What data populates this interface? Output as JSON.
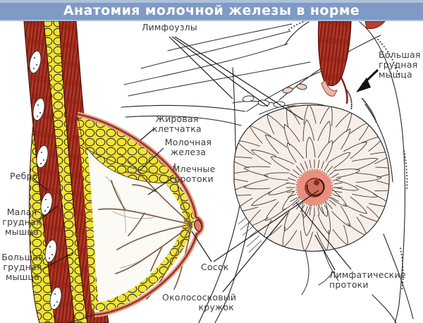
{
  "title": "Анатомия молочной железы в норме",
  "colors": {
    "background": "#FFFFFF",
    "header_bar": "#7E9AC5",
    "header_edge": "#ADC1DB",
    "muscle_red": "#A42C1D",
    "muscle_dark": "#7C1A0F",
    "muscle_light": "#C4523F",
    "fat_yellow": "#F2E335",
    "skin_salmon": "#E4A28E",
    "skin_dark": "#9B3322",
    "gland_white": "#FCFAF5",
    "breast_front": "#F8EEE7",
    "areola_pink": "#E88F7D",
    "nipple_red": "#CF6F5C",
    "label_text": "#3C3C3C",
    "line_black": "#1A1A1A"
  },
  "labels": {
    "lymph_nodes": "Лимфоузлы",
    "pectoralis_major_right": "Большая\nгрудная\nмышца",
    "fat_tissue": "Жировая\nклетчатка",
    "mammary_gland": "Молочная\nжелеза",
    "milk_ducts": "Млечные\nпротоки",
    "rib": "Ребро",
    "pectoralis_minor": "Малая\nгрудная\nмышца",
    "pectoralis_major_left": "Большая\nгрудная\nмышца",
    "nipple": "Сосок",
    "areola": "Околососковый\nкружок",
    "lymphatic_ducts": "Лимфатические\nпротоки"
  }
}
